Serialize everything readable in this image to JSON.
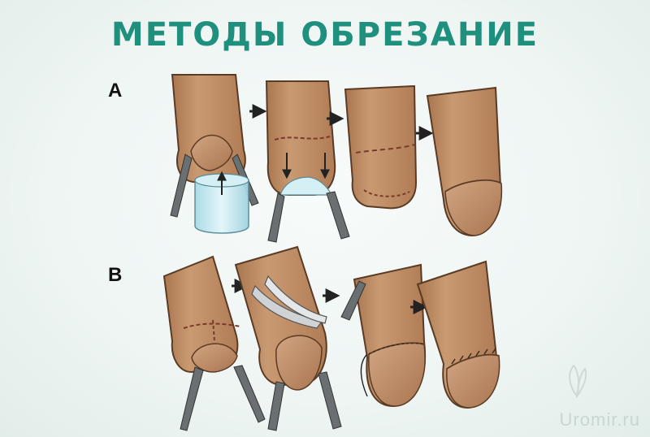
{
  "title": "МЕТОДЫ ОБРЕЗАНИЕ",
  "rows": [
    {
      "label": "A"
    },
    {
      "label": "B"
    }
  ],
  "watermark": "Uromir.ru",
  "colors": {
    "skin": "#bd8a62",
    "skin_dark": "#9a6a45",
    "outline": "#5a3b25",
    "title": "#1f8f7e",
    "clamp": "#6a6f72",
    "bell": "#bfe6ee",
    "background": "#eef5f3"
  }
}
